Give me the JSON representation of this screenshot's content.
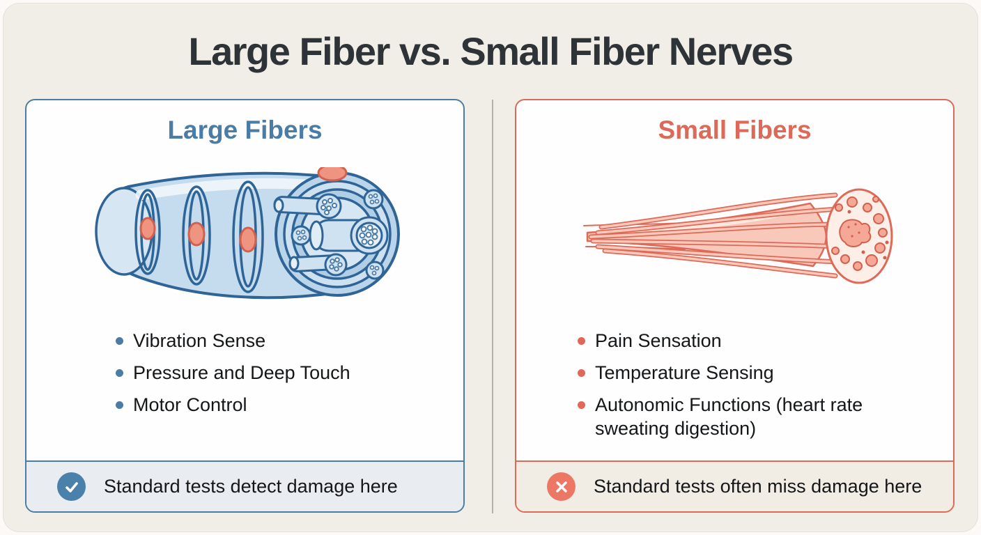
{
  "page": {
    "title": "Large Fiber vs. Small Fiber Nerves"
  },
  "colors": {
    "card_bg": "#f1eee7",
    "accent_blue": "#4a7ca6",
    "accent_coral": "#dd6a58",
    "title_text": "#2e3338",
    "footer_bg_blue": "#e9edf1",
    "footer_bg_cream": "#f1ede5",
    "divider": "#b5b1a9"
  },
  "panels": [
    {
      "id": "large-fibers",
      "title": "Large Fibers",
      "illustration": "large-myelinated-nerve-fiber",
      "bullets": [
        "Vibration Sense",
        "Pressure and Deep Touch",
        "Motor Control"
      ],
      "footer": {
        "icon": "check-icon",
        "text": "Standard tests detect damage here"
      }
    },
    {
      "id": "small-fibers",
      "title": "Small Fibers",
      "illustration": "small-unmyelinated-nerve-fiber",
      "bullets": [
        "Pain Sensation",
        "Temperature Sensing",
        "Autonomic Functions (heart rate sweating digestion)"
      ],
      "footer": {
        "icon": "cross-icon",
        "text": "Standard tests often miss damage here"
      }
    }
  ]
}
